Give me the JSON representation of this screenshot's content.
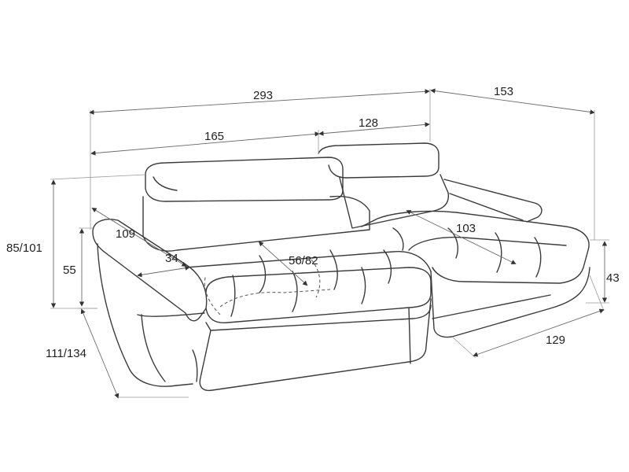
{
  "dimensions": {
    "overall_width": "293",
    "chaise_depth": "153",
    "left_section_width": "165",
    "right_section_width": "128",
    "height": "85/101",
    "armrest_height": "55",
    "armrest_length": "109",
    "armrest_width": "34",
    "seat_depth": "56/82",
    "chaise_seat_depth": "103",
    "chaise_height": "43",
    "chaise_width": "129",
    "sofa_depth": "111/134"
  },
  "colors": {
    "line": "#3a3a3a",
    "dimension_line": "#6a6a6a",
    "background": "#ffffff"
  }
}
